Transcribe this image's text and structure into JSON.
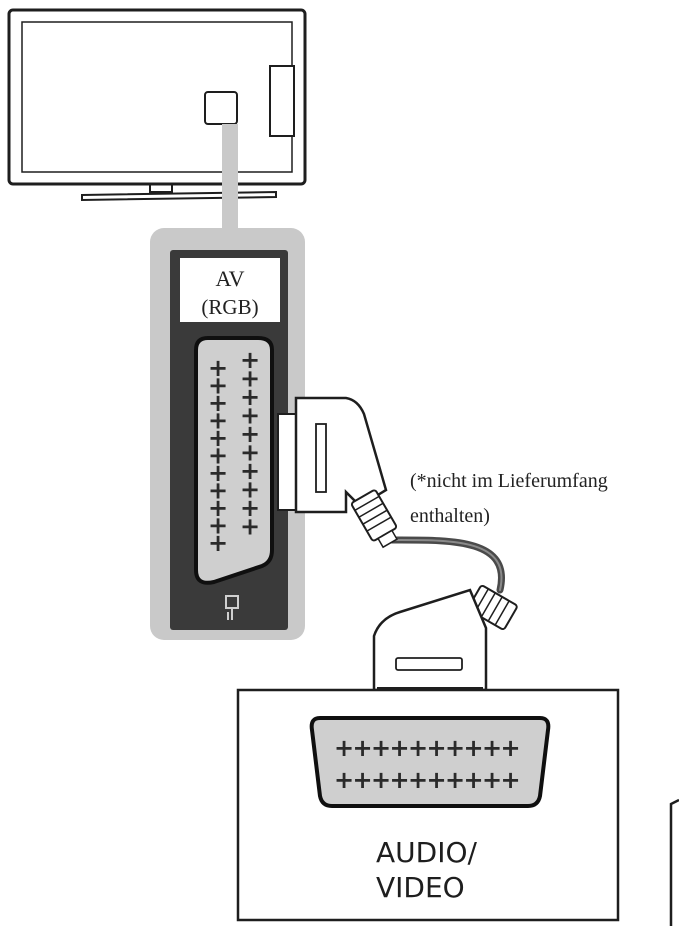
{
  "labels": {
    "tv_port_line1": "AV",
    "tv_port_line2": "(RGB)",
    "cable_note_line1": "(*nicht im Lieferumfang",
    "cable_note_line2": "enthalten)",
    "device_line1": "AUDIO/",
    "device_line2": "VIDEO"
  },
  "pins": {
    "symbol": "+"
  },
  "colors": {
    "outline": "#1e1e1e",
    "panel_light": "#c9c9c9",
    "panel_dark": "#3a3a3a",
    "connector_fill": "#cfcfcf",
    "cable": "#4a4a4a"
  }
}
